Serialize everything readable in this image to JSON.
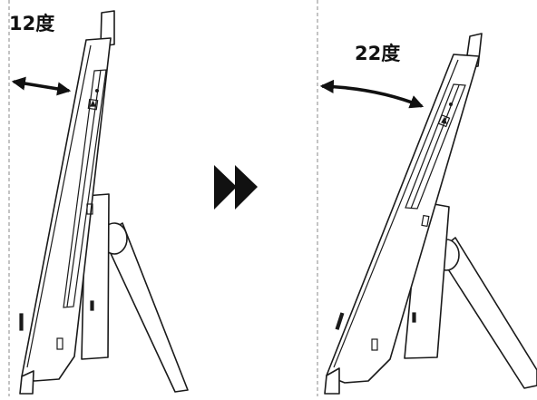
{
  "diagram": {
    "left_panel": {
      "angle_label": "12度",
      "tilt_degrees": 12
    },
    "right_panel": {
      "angle_label": "22度",
      "tilt_degrees": 22
    },
    "transition_icon": "double-play-arrow-icon",
    "colors": {
      "line": "#1a1a1a",
      "reference": "#777777",
      "background": "#ffffff"
    }
  }
}
